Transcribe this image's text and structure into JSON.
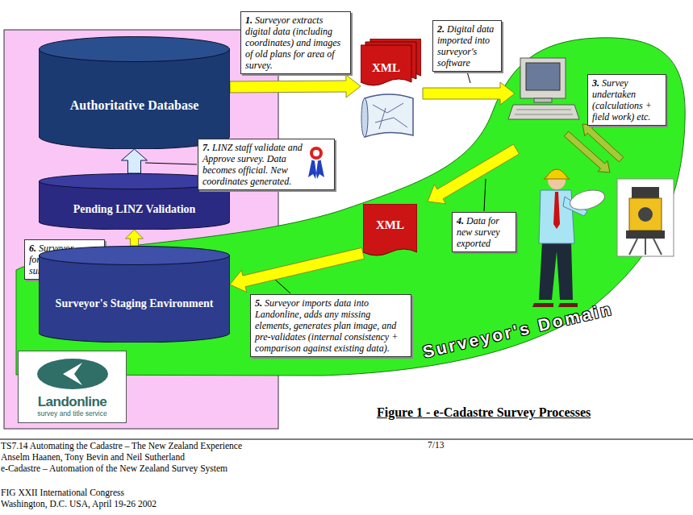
{
  "diagram": {
    "caption": "Figure 1 - e-Cadastre Survey Processes",
    "nodes": [
      {
        "text": [
          "Authoritative Database"
        ]
      },
      {
        "text": [
          "1.",
          "Surveyor extracts digital data (including coordinates) and images of old plans for area of survey."
        ]
      },
      {
        "text": [
          "XML"
        ]
      },
      {
        "text": [
          "2.",
          "Digital data imported into surveyor's software"
        ]
      },
      {
        "text": [
          "3.",
          "Survey undertaken (calculations + field work) etc."
        ]
      },
      {
        "text": [
          "Pending LINZ Validation"
        ]
      },
      {
        "text": [
          "7.",
          "LINZ staff validate and Approve survey. Data becomes official. New coordinates generated."
        ]
      },
      {
        "text": [
          "6.",
          "Surveyor formally submits survey."
        ]
      },
      {
        "text": [
          "4.",
          "Data for new survey exported"
        ]
      },
      {
        "text": [
          "XML"
        ]
      },
      {
        "text": [
          "Surveyor's Staging Environment"
        ]
      },
      {
        "text": [
          "5.",
          "Surveyor imports data into Landonline, adds any missing elements, generates plan image, and pre-validates (internal consistency + comparison against existing data)."
        ]
      },
      {
        "text": [
          "Landonline",
          "survey and title service"
        ]
      }
    ],
    "edges": [
      {
        "from": 0,
        "to": 2,
        "arrow": "to"
      },
      {
        "from": 10,
        "to": 5,
        "arrow": "to"
      },
      {
        "from": 5,
        "to": 0,
        "arrow": "to"
      },
      {
        "from": 9,
        "to": 10,
        "arrow": "to"
      }
    ],
    "labels": [
      "Surveyor's Domain",
      "TS7.14 Automating the Cadastre – The New Zealand Experience",
      "Anselm Haanen, Tony Bevin and Neil Sutherland",
      "e-Cadastre – Automation of the New Zealand Survey System",
      "FIG XXII International Congress",
      "Washington, D.C. USA, April 19-26 2002",
      "7/13"
    ]
  }
}
